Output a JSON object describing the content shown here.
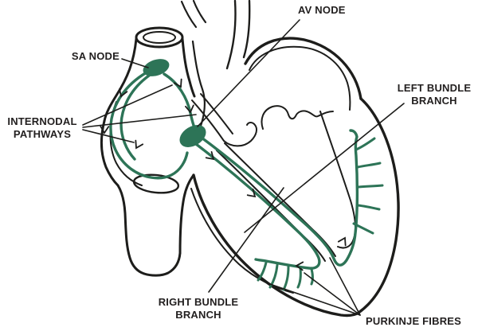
{
  "diagram": {
    "subject": "Electrical conduction system of the heart",
    "background_color": "#ffffff",
    "outline_color": "#1d1d1b",
    "conduction_color": "#2d7457",
    "label_color": "#232020"
  },
  "labels": {
    "sa_node": "SA NODE",
    "av_node": "AV NODE",
    "internodal_line1": "INTERNODAL",
    "internodal_line2": "PATHWAYS",
    "left_bundle_line1": "LEFT BUNDLE",
    "left_bundle_line2": "BRANCH",
    "right_bundle_line1": "RIGHT BUNDLE",
    "right_bundle_line2": "BRANCH",
    "purkinje": "PURKINJE FIBRES"
  }
}
